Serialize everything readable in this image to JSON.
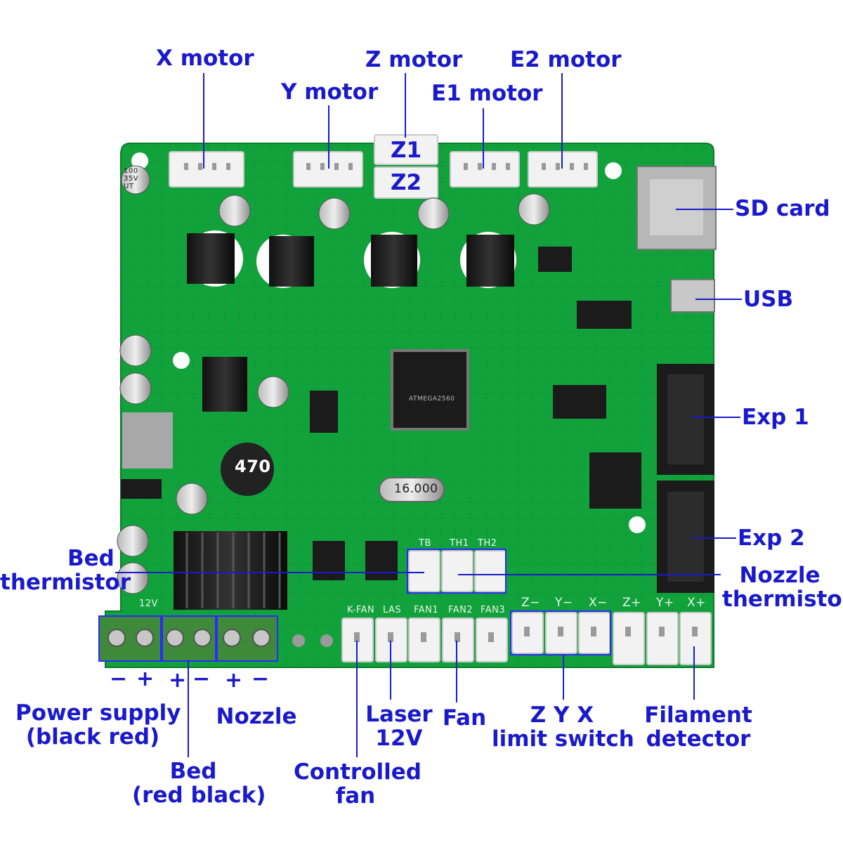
{
  "labels": {
    "x_motor": "X motor",
    "y_motor": "Y motor",
    "z_motor": "Z motor",
    "e1_motor": "E1 motor",
    "e2_motor": "E2 motor",
    "z1": "Z1",
    "z2": "Z2",
    "sd_card": "SD card",
    "usb": "USB",
    "exp1": "Exp 1",
    "exp2": "Exp 2",
    "bed_thermistor_line1": "Bed",
    "bed_thermistor_line2": "thermistor",
    "nozzle_thermistor_line1": "Nozzle",
    "nozzle_thermistor_line2": "thermistor",
    "power_supply_line1": "Power supply",
    "power_supply_line2": "(black red)",
    "bed_line1": "Bed",
    "bed_line2": "(red black)",
    "nozzle": "Nozzle",
    "controlled_fan_line1": "Controlled",
    "controlled_fan_line2": "fan",
    "laser_line1": "Laser",
    "laser_line2": "12V",
    "fan": "Fan",
    "limit_line1": "Z Y X",
    "limit_line2": "limit switch",
    "filament_line1": "Filament",
    "filament_line2": "detector"
  },
  "polarity": {
    "power_minus": "−",
    "power_plus": "+",
    "bed_plus": "+",
    "bed_minus": "−",
    "nozzle_plus": "+",
    "nozzle_minus": "−"
  },
  "silkscreen": {
    "tb": "TB",
    "th1": "TH1",
    "th2": "TH2",
    "kfan": "K-FAN",
    "las": "LAS",
    "fan1": "FAN1",
    "fan2": "FAN2",
    "fan3": "FAN3",
    "zminus": "Z−",
    "yminus": "Y−",
    "xminus": "X−",
    "zplus": "Z+",
    "yplus": "Y+",
    "xplus": "X+",
    "v12": "12V",
    "cap_value": "100",
    "cap_voltage": "35V",
    "cap_ut": "UT",
    "inductor": "470",
    "crystal": "16.000",
    "mcu": "ATMEGA2560"
  },
  "colors": {
    "board": "#12a23c",
    "label": "#1a1acc",
    "connector": "#f2f2f2",
    "terminal": "#3f8a3a"
  }
}
